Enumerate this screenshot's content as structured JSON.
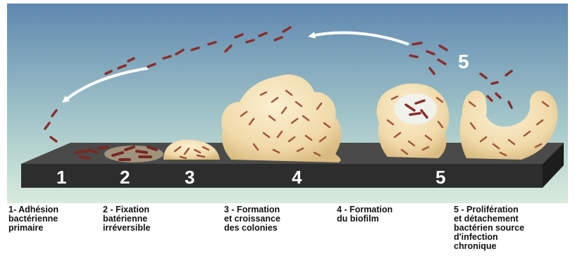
{
  "platform_numbers": [
    "1",
    "2",
    "3",
    "4",
    "5"
  ],
  "detach_number": "5",
  "captions": [
    {
      "lines": [
        "1- Adhésion",
        "bactérienne",
        "primaire"
      ]
    },
    {
      "lines": [
        "2 - Fixation",
        "batérienne",
        "irréversible"
      ]
    },
    {
      "lines": [
        "3 - Formation",
        "et croissance",
        "des colonies"
      ]
    },
    {
      "lines": [
        "4 - Formation",
        "du biofilm"
      ]
    },
    {
      "lines": [
        "5 - Prolifération",
        "et détachement",
        "bactérien source",
        "d'infection",
        "chronique"
      ]
    }
  ],
  "colors": {
    "sky_top": "#5f88b0",
    "sky_bottom": "#d8ecdc",
    "slab_top": "#4a4a4a",
    "slab_front": "#2d2d2d",
    "biofilm": "#f2ddb0",
    "bacteria": "#8a2e2a",
    "arrow": "#ffffff"
  }
}
